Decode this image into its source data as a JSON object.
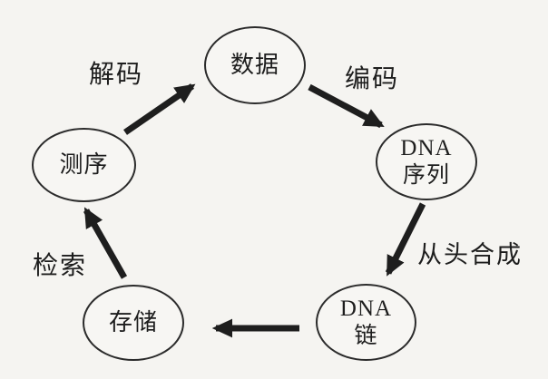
{
  "diagram": {
    "nodes": [
      {
        "id": "data",
        "label": "数据"
      },
      {
        "id": "dna-sequence",
        "label": "DNA\n序列"
      },
      {
        "id": "dna-strand",
        "label": "DNA\n链"
      },
      {
        "id": "storage",
        "label": "存储"
      },
      {
        "id": "sequencing",
        "label": "测序"
      }
    ],
    "edges": [
      {
        "from": "sequencing",
        "to": "data",
        "label": "解码"
      },
      {
        "from": "data",
        "to": "dna-sequence",
        "label": "编码"
      },
      {
        "from": "dna-sequence",
        "to": "dna-strand",
        "label": "从头合成"
      },
      {
        "from": "dna-strand",
        "to": "storage",
        "label": ""
      },
      {
        "from": "storage",
        "to": "sequencing",
        "label": "检索"
      }
    ],
    "colors": {
      "ink": "#1e1e1e",
      "background": "#f5f4f1"
    }
  }
}
